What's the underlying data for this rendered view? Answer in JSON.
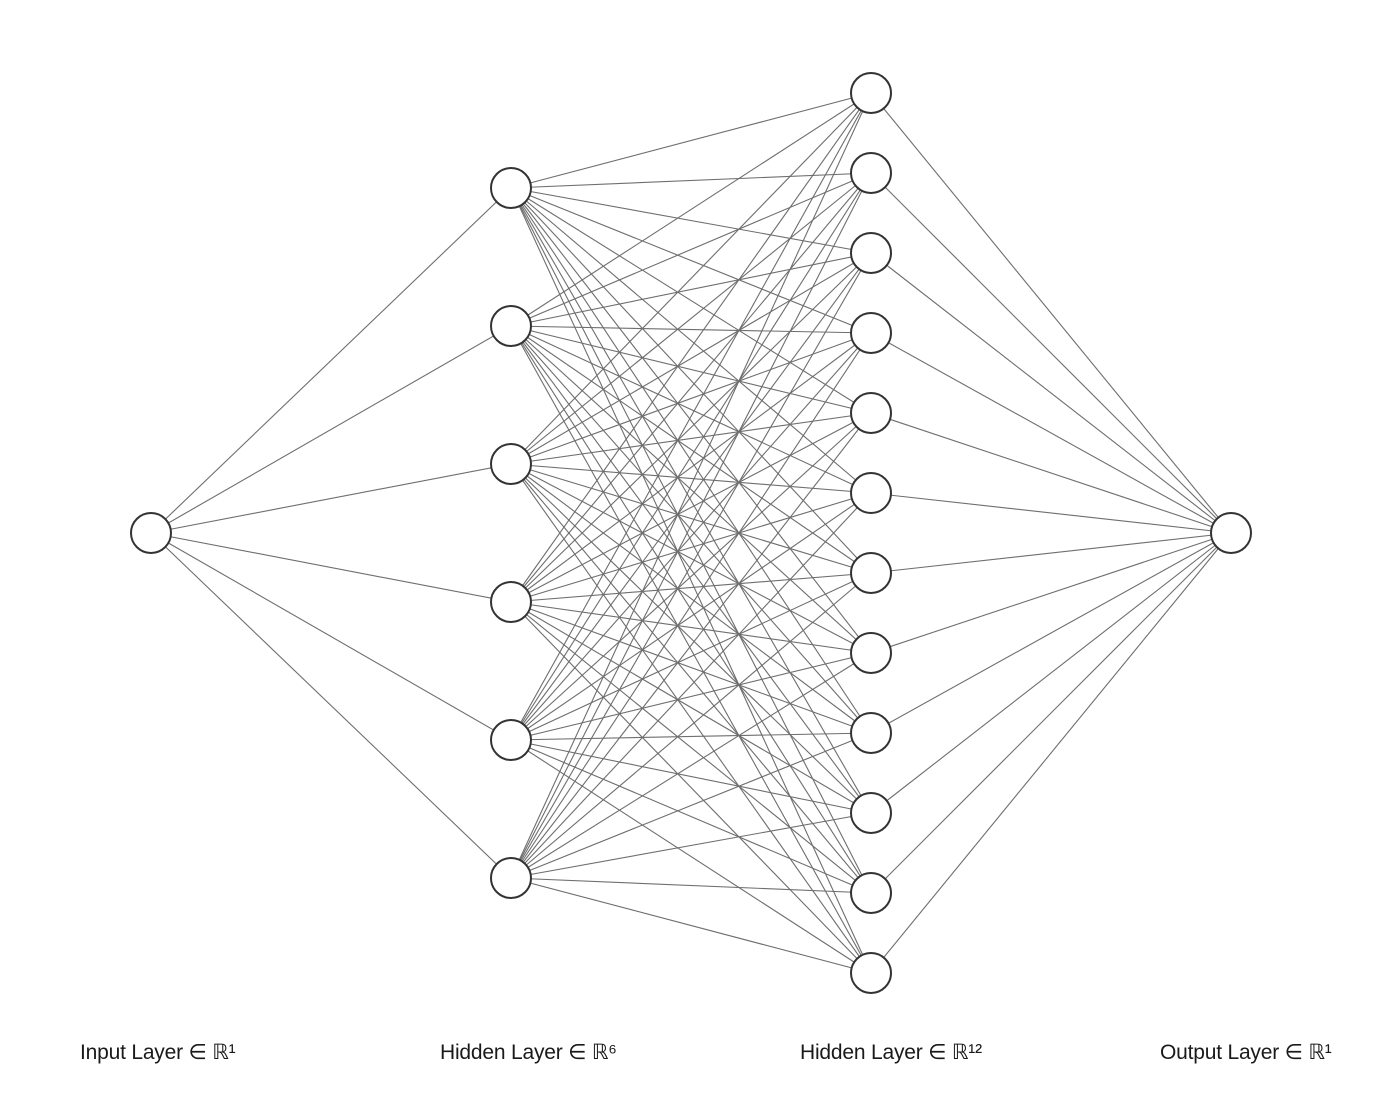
{
  "colors": {
    "edge": "#6e6e6e",
    "node_stroke": "#333333",
    "node_fill": "#ffffff",
    "label_text": "#1a1a1a"
  },
  "layers": [
    {
      "name": "input",
      "label": "Input Layer ∈ ℝ¹",
      "nodes": 1
    },
    {
      "name": "hidden-1",
      "label": "Hidden Layer ∈ ℝ⁶",
      "nodes": 6
    },
    {
      "name": "hidden-2",
      "label": "Hidden Layer ∈ ℝ¹²",
      "nodes": 12
    },
    {
      "name": "output",
      "label": "Output Layer ∈ ℝ¹",
      "nodes": 1
    }
  ]
}
